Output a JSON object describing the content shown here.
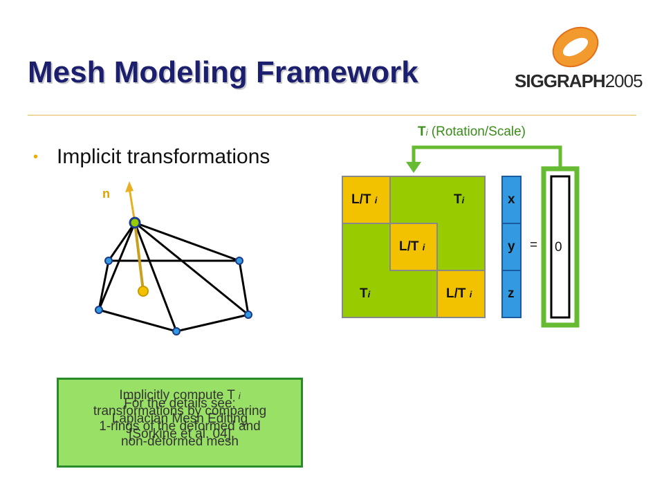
{
  "slide": {
    "title": "Mesh Modeling Framework",
    "bullet": "Implicit transformations"
  },
  "logo": {
    "brand": "SIGGRAPH",
    "year": "2005"
  },
  "diagram": {
    "normal_label": "n",
    "ti_label_main": "T",
    "ti_label_sub": "i",
    "ti_label_rest": " (Rotation/Scale)",
    "matrix": {
      "diag_main": "L/T",
      "offdiag_main": "T",
      "sub": "i"
    },
    "vector": [
      "x",
      "y",
      "z"
    ],
    "equals": "=",
    "rhs": "0"
  },
  "note": {
    "line_a": [
      "Implicitly compute T",
      "transformations by comparing",
      "1-rings of the deformed and",
      "non-deformed mesh"
    ],
    "line_a_sub": "i",
    "line_b": [
      "For the details see:",
      "Laplacian Mesh Editing",
      "[Sorkine et al. 04]"
    ]
  },
  "colors": {
    "title": "#1b1f6e",
    "diag_cell": "#f2c200",
    "offdiag_cell": "#99cc00",
    "vector": "#3399e0",
    "rhs_border": "#66bb33",
    "note_bg": "#99e066",
    "note_border": "#2a8a2a"
  }
}
